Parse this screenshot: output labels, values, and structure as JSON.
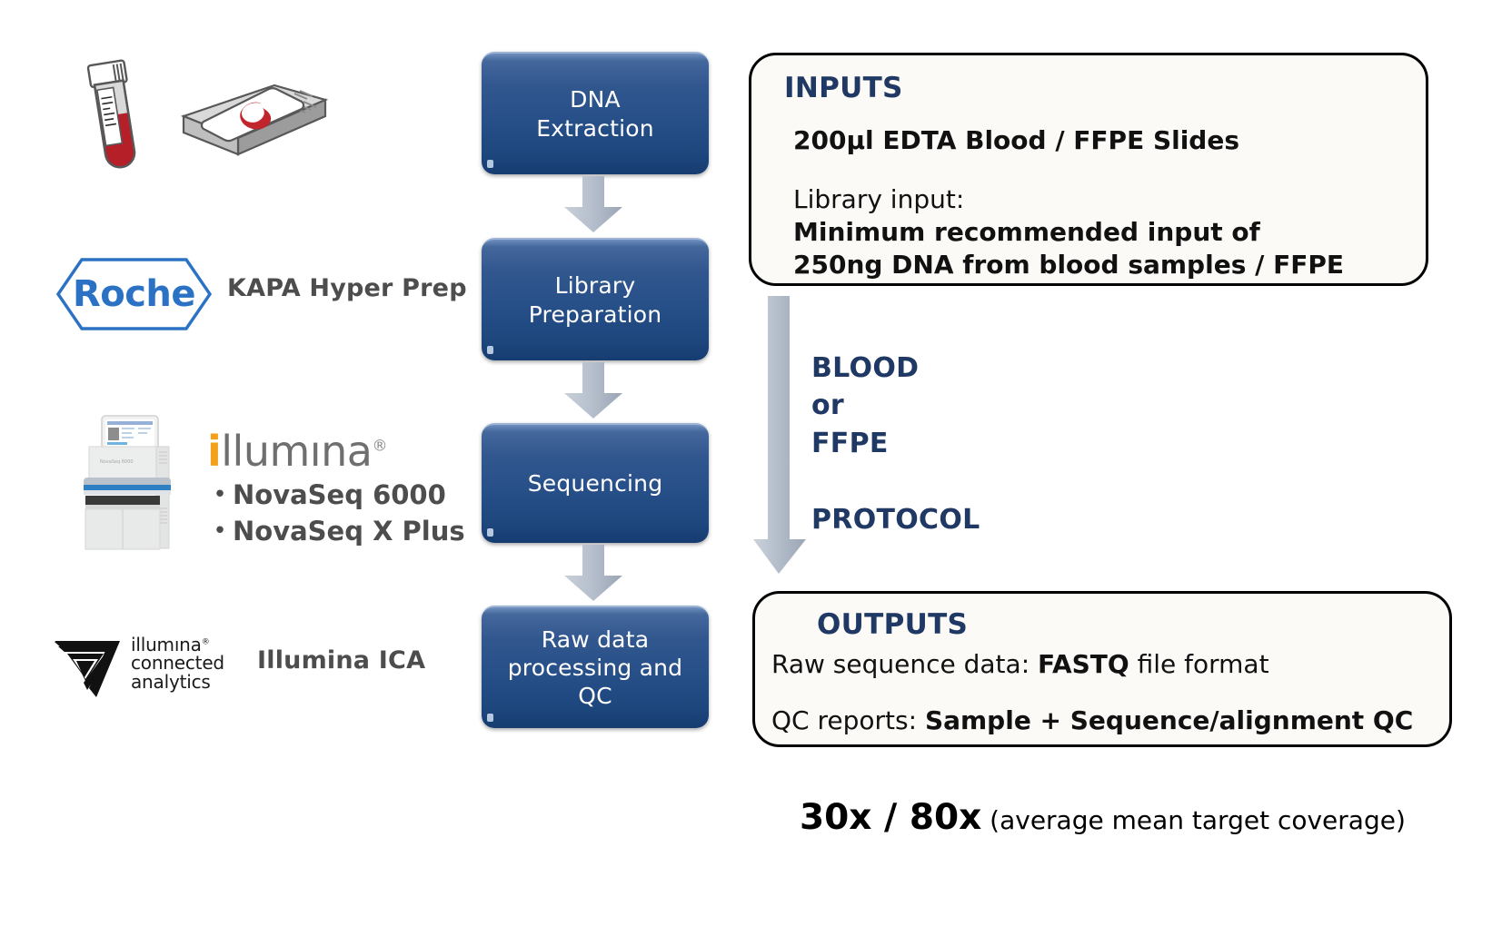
{
  "workflow": {
    "steps": [
      {
        "id": "dna-extraction",
        "line1": "DNA",
        "line2": "Extraction"
      },
      {
        "id": "library-preparation",
        "line1": "Library",
        "line2": "Preparation"
      },
      {
        "id": "sequencing",
        "line1": "Sequencing",
        "line2": ""
      },
      {
        "id": "raw-data-processing",
        "line1": "Raw data",
        "line2": "processing and QC"
      }
    ]
  },
  "vendors": [
    {
      "id": "sample-types",
      "logo_name": "blood-tube-and-ffpe-slide-icon",
      "label": ""
    },
    {
      "id": "roche",
      "logo_text": "Roche",
      "label": "KAPA Hyper Prep"
    },
    {
      "id": "illumina",
      "logo_text": "illumına",
      "logo_i": "i",
      "logo_rest": "llumına",
      "registered": "®",
      "label": "",
      "bullets": [
        "NovaSeq 6000",
        "NovaSeq X Plus"
      ]
    },
    {
      "id": "illumina-ica",
      "logo_line1": "illumına",
      "logo_line2": "connected",
      "logo_line3": "analytics",
      "registered": "®",
      "label": "Illumina ICA"
    }
  ],
  "inputs": {
    "title": "INPUTS",
    "line1": "200µl EDTA Blood / FFPE Slides",
    "line2": "Library input:",
    "line3": "Minimum recommended input of",
    "line4": "250ng DNA from blood samples / FFPE"
  },
  "protocol": {
    "line1": "BLOOD",
    "line2": "or",
    "line3": "FFPE",
    "line4": "PROTOCOL"
  },
  "outputs": {
    "title": "OUTPUTS",
    "row1_prefix": "Raw sequence data: ",
    "row1_bold": "FASTQ",
    "row1_suffix": " file format",
    "row2_prefix": "QC reports: ",
    "row2_bold": "Sample + Sequence/alignment QC"
  },
  "coverage": {
    "value": "30x / 80x",
    "note": " (average mean target coverage)"
  },
  "colors": {
    "box_blue_dark": "#1d467d",
    "box_blue_light": "#6f8fbe",
    "title_navy": "#1f3864",
    "arrow_gray": "#b6bfcd",
    "roche_blue": "#2b72c4",
    "illumina_orange": "#f3a01c",
    "label_gray": "#4d4d4d",
    "callout_bg": "#fbfaf6"
  }
}
